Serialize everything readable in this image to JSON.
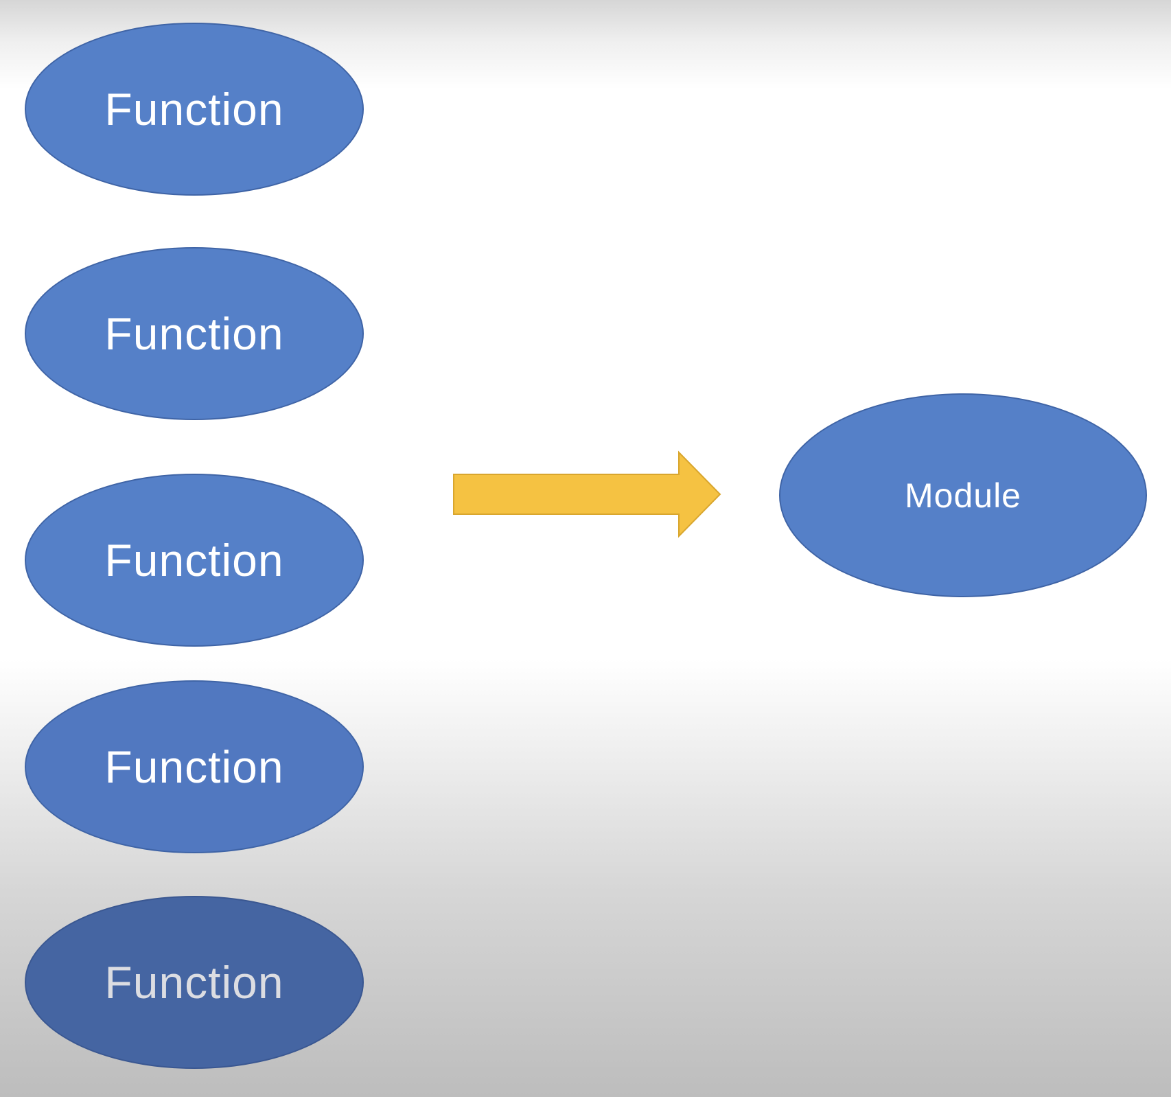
{
  "diagram": {
    "functions": [
      {
        "label": "Function"
      },
      {
        "label": "Function"
      },
      {
        "label": "Function"
      },
      {
        "label": "Function"
      },
      {
        "label": "Function"
      }
    ],
    "arrow": {
      "direction": "right",
      "color": "#F5C242"
    },
    "module": {
      "label": "Module"
    }
  },
  "colors": {
    "node_fill": "#5580C8",
    "node_border": "#3F64A6",
    "text": "#FFFFFF"
  }
}
